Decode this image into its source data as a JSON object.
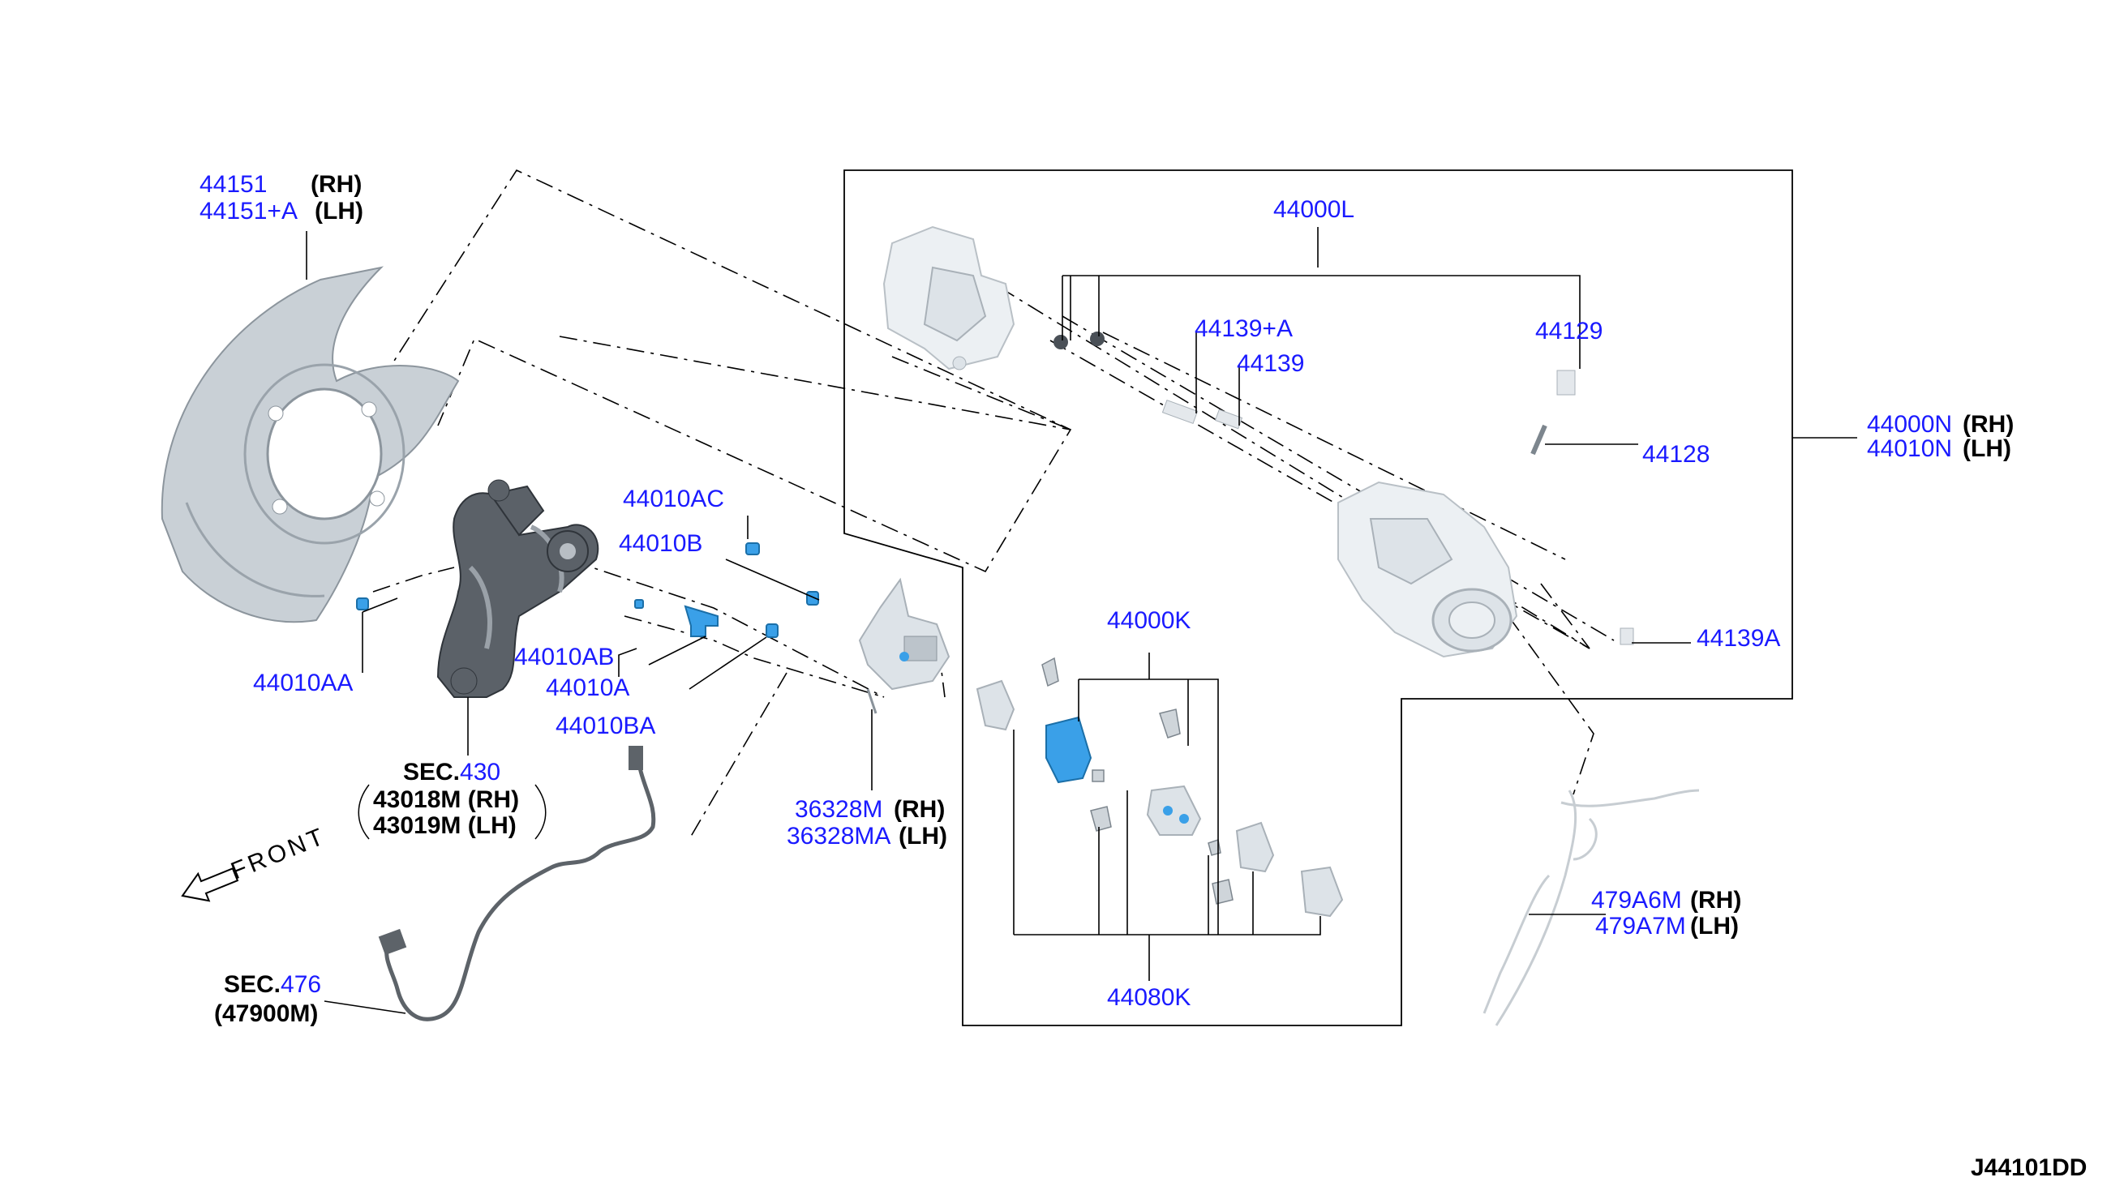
{
  "labels": {
    "shield_part": "44151",
    "shield_part_lh": "44151+A",
    "rh": "(RH)",
    "lh": "(LH)",
    "rh_tight": "(RH)",
    "lh_tight": "(LH)",
    "caliper_kit": "44000L",
    "pin_a": "44139+A",
    "pin": "44139",
    "bleeder_cap": "44129",
    "bleeder": "44128",
    "caliper_rh": "44000N",
    "caliper_lh": "44010N",
    "pin_bolt": "44139A",
    "bolt_ac": "44010AC",
    "bolt_b": "44010B",
    "bolt_aa": "44010AA",
    "bolt_ab": "44010AB",
    "bolt_a": "44010A",
    "bolt_ba": "44010BA",
    "sec_prefix": "SEC.",
    "sec_430": "430",
    "knuckle_rh": "43018M (RH)",
    "knuckle_lh": "43019M (LH)",
    "bracket_rh": "36328M",
    "bracket_lh": "36328MA",
    "pad_kit": "44000K",
    "pad_hw_kit": "44080K",
    "harness_rh": "479A6M",
    "harness_lh": "479A7M",
    "sec_476": "476",
    "sensor": "(47900M)",
    "front": "FRONT",
    "diagram_id": "J44101DD"
  }
}
